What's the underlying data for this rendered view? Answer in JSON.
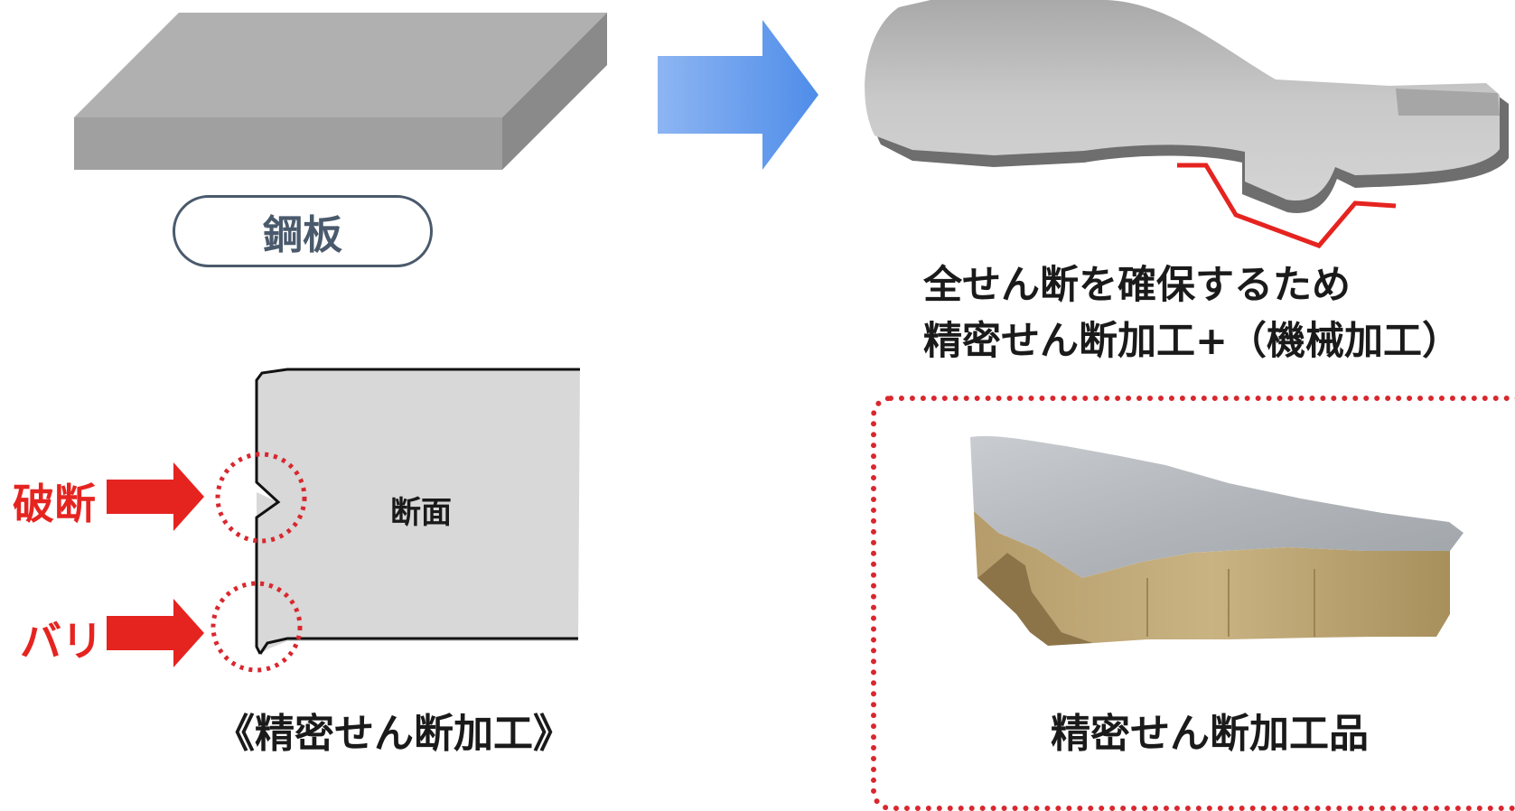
{
  "steel_plate": {
    "label": "鋼板"
  },
  "process_caption": {
    "line1": "全せん断を確保するため",
    "line2": "精密せん断加工+（機械加工）"
  },
  "cross_section": {
    "face_label": "断面",
    "fracture_label": "破断",
    "burr_label": "バリ",
    "caption": "《精密せん断加工》"
  },
  "product": {
    "caption": "精密せん断加工品"
  },
  "colors": {
    "accent_red": "#e52420",
    "arrow_blue": "#5a93ea",
    "pill_border": "#4a5a6c",
    "plate_gray": "#b0b0b0"
  }
}
